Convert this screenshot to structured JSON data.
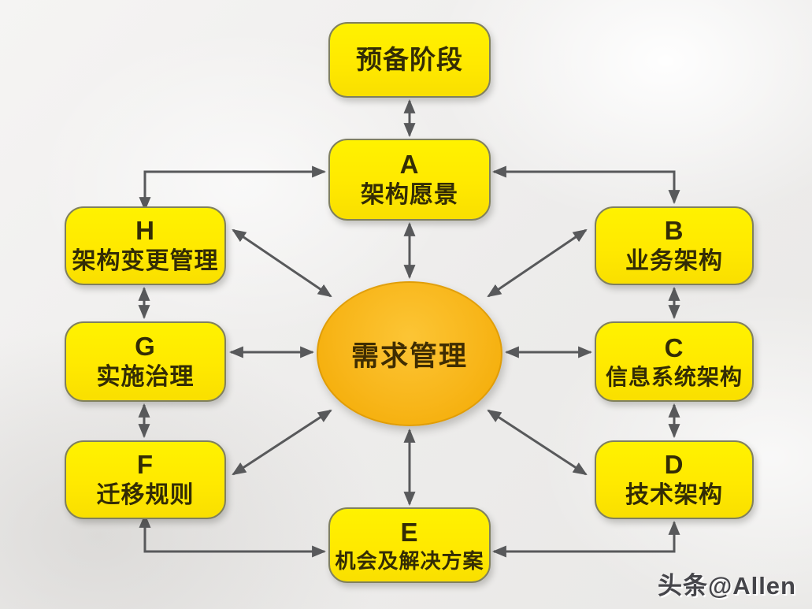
{
  "title": "TOGAF ADM phase cycle diagram",
  "colors": {
    "box_fill": "#ffe900",
    "box_border": "#80805e",
    "hub_fill": "#f5ae00",
    "arrow": "#58595b",
    "background": "#efeeec",
    "text": "#332c05"
  },
  "nodes": {
    "preliminary": {
      "label": "预备阶段"
    },
    "a": {
      "letter": "A",
      "label": "架构愿景"
    },
    "b": {
      "letter": "B",
      "label": "业务架构"
    },
    "c": {
      "letter": "C",
      "label": "信息系统架构"
    },
    "d": {
      "letter": "D",
      "label": "技术架构"
    },
    "e": {
      "letter": "E",
      "label": "机会及解决方案"
    },
    "f": {
      "letter": "F",
      "label": "迁移规则"
    },
    "g": {
      "letter": "G",
      "label": "实施治理"
    },
    "h": {
      "letter": "H",
      "label": "架构变更管理"
    },
    "center": {
      "label": "需求管理"
    }
  },
  "connections": [
    {
      "from": "preliminary",
      "to": "a",
      "type": "bidirectional"
    },
    {
      "from": "h",
      "to": "a",
      "type": "bidirectional"
    },
    {
      "from": "a",
      "to": "b",
      "type": "bidirectional"
    },
    {
      "from": "b",
      "to": "c",
      "type": "bidirectional"
    },
    {
      "from": "c",
      "to": "d",
      "type": "bidirectional"
    },
    {
      "from": "e",
      "to": "d",
      "type": "bidirectional"
    },
    {
      "from": "f",
      "to": "e",
      "type": "bidirectional"
    },
    {
      "from": "g",
      "to": "f",
      "type": "bidirectional"
    },
    {
      "from": "h",
      "to": "g",
      "type": "bidirectional"
    },
    {
      "from": "center",
      "to": "a",
      "type": "bidirectional"
    },
    {
      "from": "center",
      "to": "b",
      "type": "bidirectional"
    },
    {
      "from": "center",
      "to": "c",
      "type": "bidirectional"
    },
    {
      "from": "center",
      "to": "d",
      "type": "bidirectional"
    },
    {
      "from": "center",
      "to": "e",
      "type": "bidirectional"
    },
    {
      "from": "center",
      "to": "f",
      "type": "bidirectional"
    },
    {
      "from": "center",
      "to": "g",
      "type": "bidirectional"
    },
    {
      "from": "center",
      "to": "h",
      "type": "bidirectional"
    }
  ],
  "watermark": {
    "text": "头条@Allen"
  }
}
